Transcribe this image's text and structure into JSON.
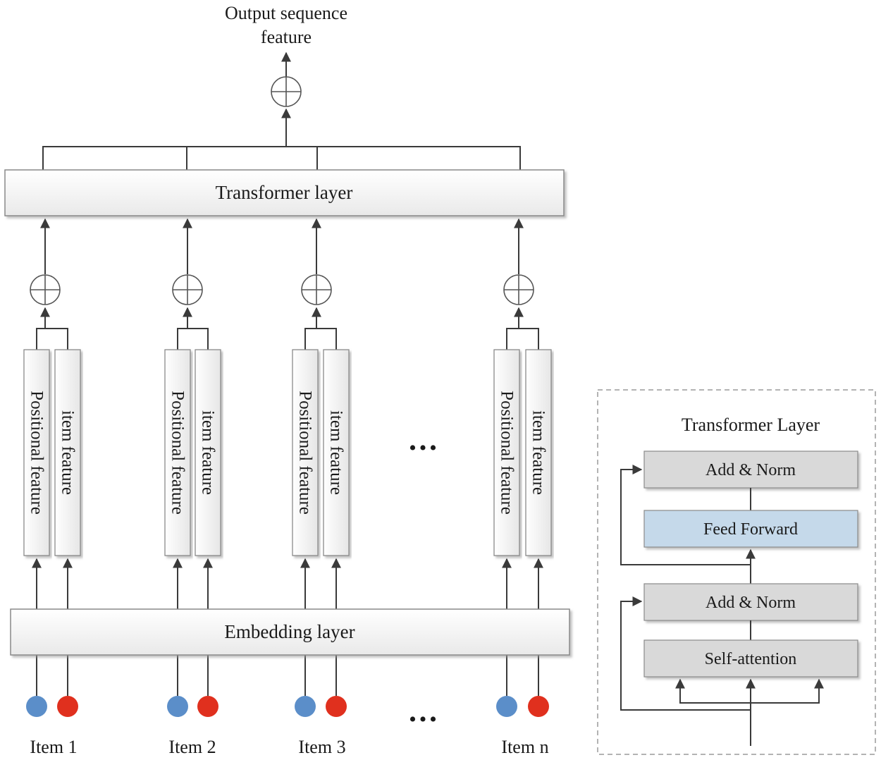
{
  "output_label": [
    "Output sequence",
    "feature"
  ],
  "transformer_layer_label": "Transformer layer",
  "embedding_layer_label": "Embedding layer",
  "positional_feature_label": "Positional feature",
  "item_feature_label": "item feature",
  "ellipsis": "•••",
  "items": [
    {
      "label": "Item 1"
    },
    {
      "label": "Item 2"
    },
    {
      "label": "Item 3"
    },
    {
      "label": "Item n"
    }
  ],
  "detail": {
    "title": "Transformer Layer",
    "add_norm_top": "Add & Norm",
    "feed_forward": "Feed Forward",
    "add_norm_bottom": "Add & Norm",
    "self_attention": "Self-attention"
  },
  "colors": {
    "positional_dot": "#5b8ec9",
    "item_dot": "#e0301e",
    "feed_forward_fill": "#c5d9ea",
    "grey_box_fill": "#d9d9d9",
    "line": "#3a3a3a"
  }
}
